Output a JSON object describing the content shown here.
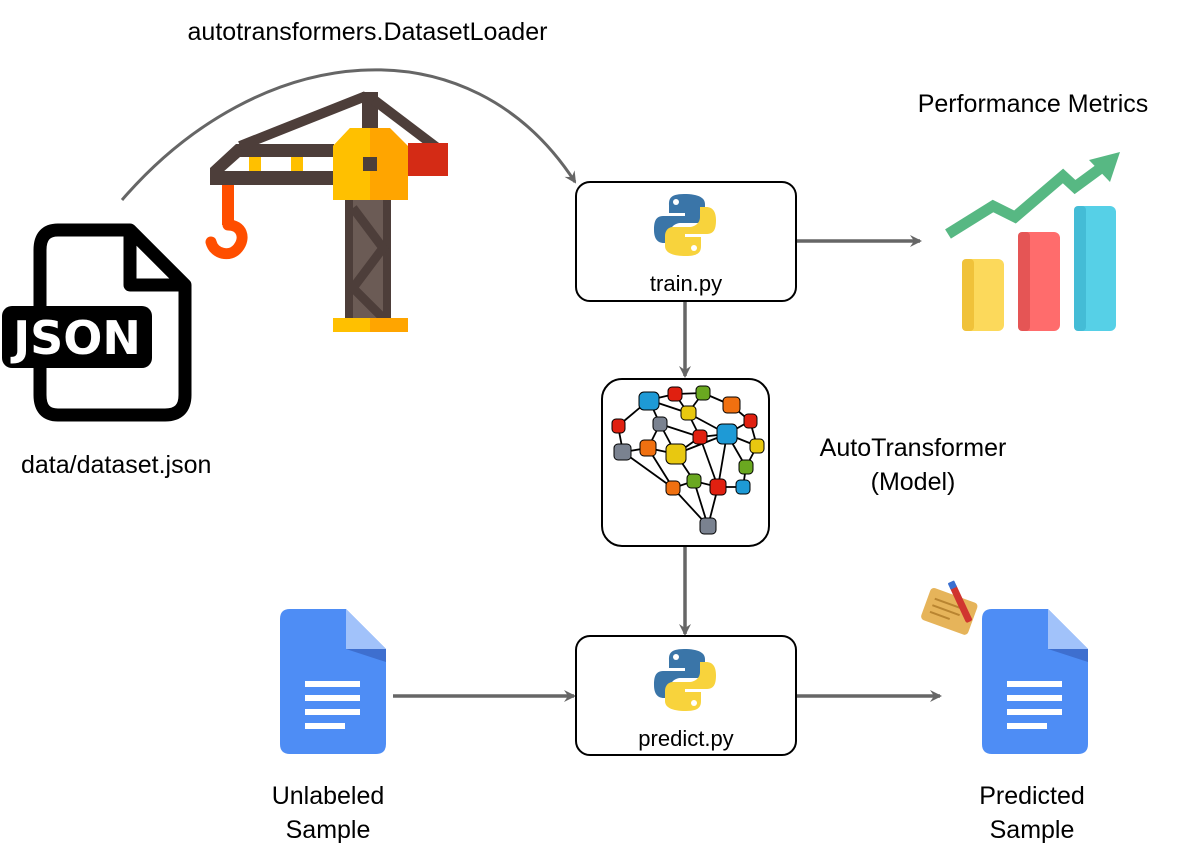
{
  "labels": {
    "loader": "autotransformers.DatasetLoader",
    "dataset": "data/dataset.json",
    "metrics": "Performance Metrics",
    "model_line1": "AutoTransformer",
    "model_line2": "(Model)",
    "unlabeled_line1": "Unlabeled",
    "unlabeled_line2": "Sample",
    "predicted_line1": "Predicted",
    "predicted_line2": "Sample"
  },
  "boxes": {
    "train": "train.py",
    "predict": "predict.py"
  },
  "icons": {
    "json_text": "JSON",
    "json_file": "json-file-icon",
    "crane": "crane-icon",
    "python": "python-logo-icon",
    "chart": "bar-chart-icon",
    "network": "neural-network-icon",
    "document": "document-icon",
    "note": "edit-note-icon"
  },
  "colors": {
    "arrow": "#666666",
    "doc_blue": "#4e8df5",
    "python_blue": "#3a75a8",
    "python_yellow": "#f8d33c",
    "crane_dark": "#4d3e3a",
    "crane_orange": "#ffa500",
    "hook_orange": "#ff4e00",
    "bar_yellow": "#fcd95b",
    "bar_red": "#ff6c6c",
    "bar_cyan": "#56d0e7",
    "trend_green": "#57b883"
  }
}
